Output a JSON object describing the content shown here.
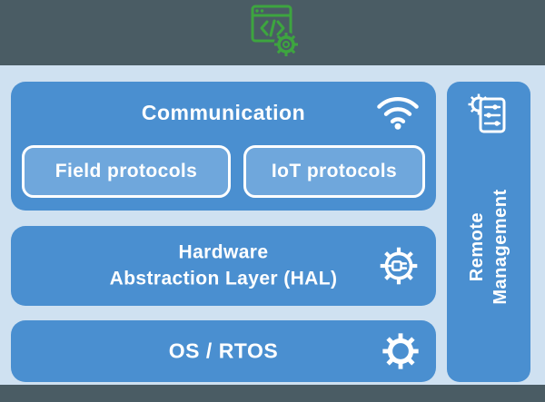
{
  "colors": {
    "top_band": "#4a5c64",
    "background": "#cfe1f1",
    "block_blue": "#4a8fd0",
    "subblock_blue": "#6fa7dc",
    "text_white": "#ffffff",
    "icon_green": "#3da53f"
  },
  "header": {
    "app_icon": "code-window-gear-icon"
  },
  "blocks": {
    "communication": {
      "title": "Communication",
      "icon": "wifi-icon",
      "children": [
        {
          "label": "Field protocols"
        },
        {
          "label": "IoT protocols"
        }
      ]
    },
    "hal": {
      "line1": "Hardware",
      "line2": "Abstraction Layer (HAL)",
      "icon": "gear-plug-icon"
    },
    "os_rtos": {
      "title": "OS / RTOS",
      "icon": "gear-icon"
    },
    "remote_management": {
      "line1": "Remote",
      "line2": "Management",
      "icon": "settings-panel-icon"
    }
  }
}
